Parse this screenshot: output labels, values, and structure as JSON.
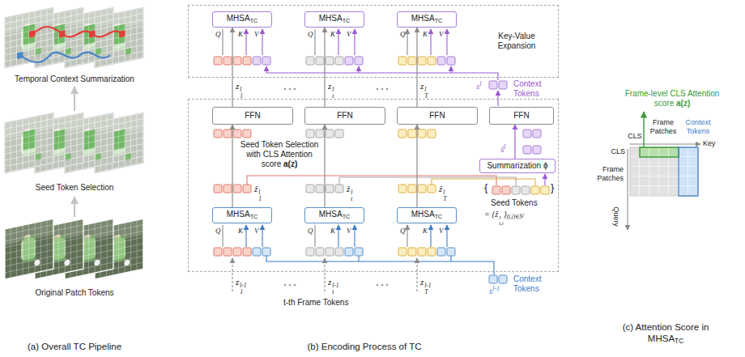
{
  "diagram": {
    "nodes": [
      {
        "text": [
          "Key-Value Expansion"
        ]
      },
      {
        "text": [
          "MHSATC"
        ],
        "in": 0
      },
      {
        "text": [
          "MHSATC"
        ],
        "in": 0
      },
      {
        "text": [
          "MHSATC"
        ],
        "in": 0
      },
      {
        "text": [
          "Seed Token Selection with CLS Attention score a(z)"
        ]
      },
      {
        "text": [
          "FFN"
        ],
        "in": 4
      },
      {
        "text": [
          "FFN"
        ],
        "in": 4
      },
      {
        "text": [
          "FFN"
        ],
        "in": 4
      },
      {
        "text": [
          "FFN"
        ],
        "in": 4
      },
      {
        "text": [
          "Summarization ϕ"
        ],
        "in": 4
      },
      {
        "text": [
          "MHSATC"
        ],
        "in": 4
      },
      {
        "text": [
          "MHSATC"
        ],
        "in": 4
      },
      {
        "text": [
          "MHSATC"
        ],
        "in": 4
      }
    ],
    "edges": [
      {
        "from": 10,
        "to": 5,
        "arrow": "to"
      },
      {
        "from": 11,
        "to": 6,
        "arrow": "to"
      },
      {
        "from": 12,
        "to": 7,
        "arrow": "to"
      },
      {
        "from": 9,
        "to": 8,
        "arrow": "to"
      },
      {
        "from": 5,
        "to": 1,
        "arrow": "to"
      },
      {
        "from": 6,
        "to": 2,
        "arrow": "to"
      },
      {
        "from": 7,
        "to": 3,
        "arrow": "to"
      }
    ],
    "labels": [
      "Temporal Context Summarization",
      "Seed Token Selection",
      "Original Patch Tokens",
      "(a) Overall TC Pipeline",
      "Q",
      "K",
      "V",
      "Q",
      "K",
      "V",
      "Q",
      "K",
      "V",
      "sl",
      "Context Tokens",
      "z1l",
      "ztl",
      "zTl",
      "ŝl",
      "{",
      "}",
      "Seed Tokens",
      "= {ẑt,il}(t,i)∈Sl",
      "ẑ1l",
      "ẑtl",
      "ẑTl",
      "Q",
      "K",
      "V",
      "Q",
      "K",
      "V",
      "Q",
      "K",
      "V",
      "Context Tokens",
      "sl-1",
      "z1l-1",
      "ztl-1",
      "zTl-1",
      "t-th Frame Tokens",
      "(b) Encoding Process of TC",
      "Frame-level CLS Attention score a(z)",
      "CLS",
      "Frame Patches",
      "Context Tokens",
      "Key",
      "CLS",
      "Frame Patches",
      "Query",
      "(c) Attention Score in MHSATC"
    ]
  }
}
